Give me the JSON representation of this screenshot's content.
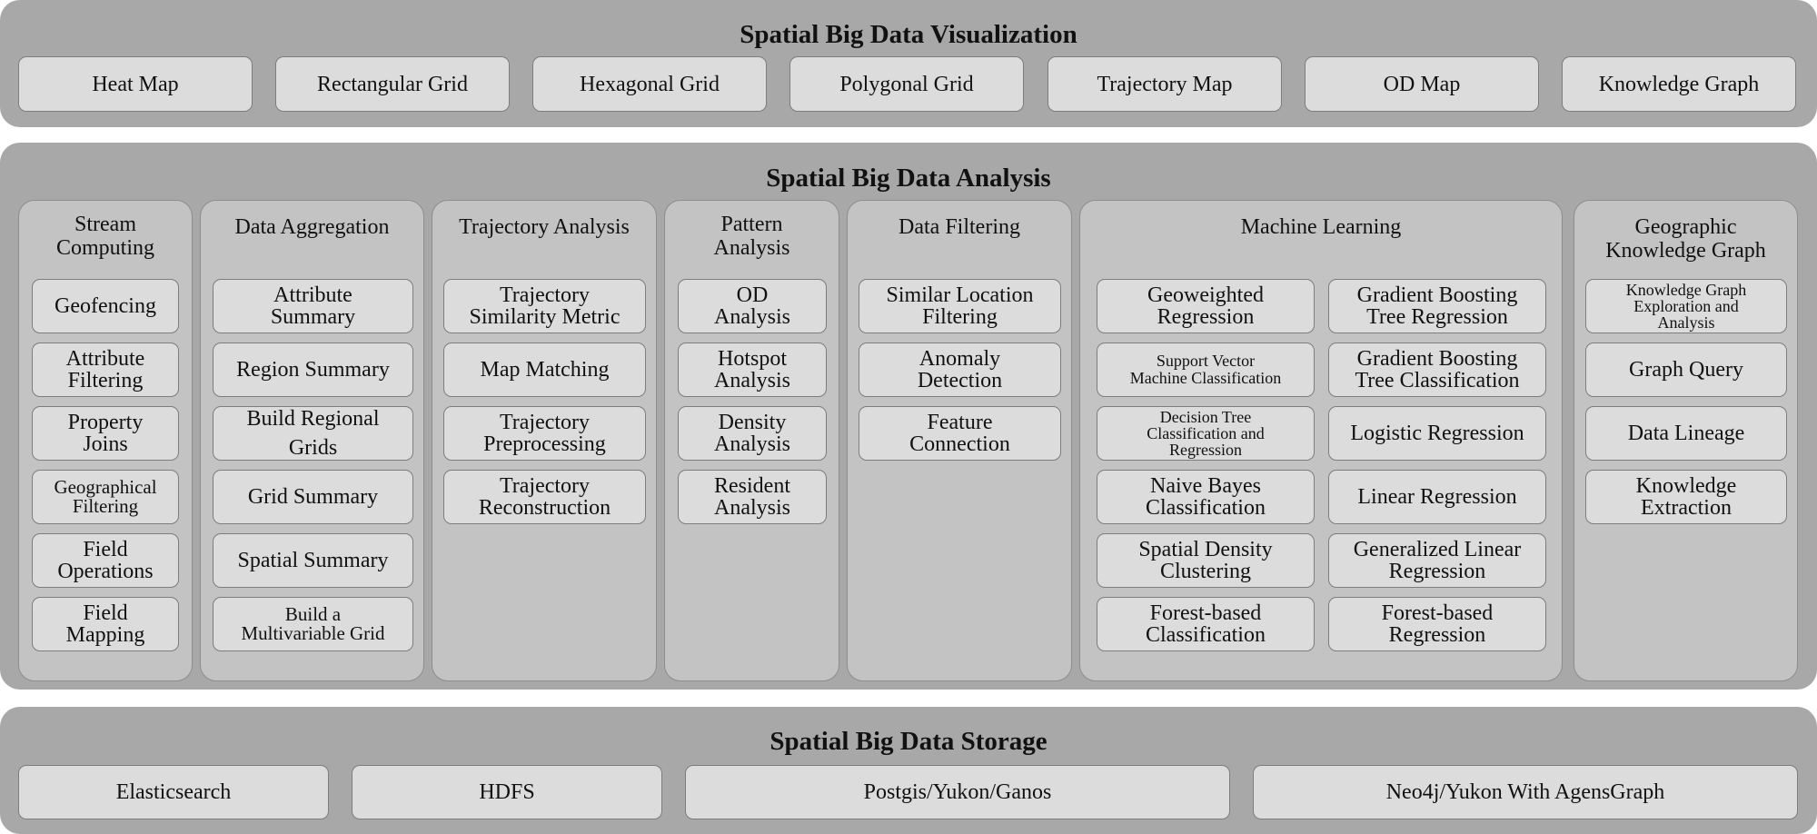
{
  "visualization": {
    "title": "Spatial Big Data Visualization",
    "items": [
      "Heat Map",
      "Rectangular Grid",
      "Hexagonal Grid",
      "Polygonal Grid",
      "Trajectory Map",
      "OD Map",
      "Knowledge Graph"
    ]
  },
  "analysis": {
    "title": "Spatial Big Data Analysis",
    "stream": {
      "title": "Stream\nComputing",
      "items": [
        "Geofencing",
        "Attribute\nFiltering",
        "Property\nJoins",
        "Geographical\nFiltering",
        "Field\nOperations",
        "Field\nMapping"
      ]
    },
    "aggregation": {
      "title": "Data Aggregation",
      "items": [
        "Attribute\nSummary",
        "Region Summary",
        "Build Regional\nGrids",
        "Grid Summary",
        "Spatial Summary",
        "Build a\nMultivariable Grid"
      ]
    },
    "trajectory": {
      "title": "Trajectory Analysis",
      "items": [
        "Trajectory\nSimilarity Metric",
        "Map Matching",
        "Trajectory\nPreprocessing",
        "Trajectory\nReconstruction"
      ]
    },
    "pattern": {
      "title": "Pattern\nAnalysis",
      "items": [
        "OD\nAnalysis",
        "Hotspot\nAnalysis",
        "Density\nAnalysis",
        "Resident\nAnalysis"
      ]
    },
    "filtering": {
      "title": "Data Filtering",
      "items": [
        "Similar Location\nFiltering",
        "Anomaly\nDetection",
        "Feature\nConnection"
      ]
    },
    "ml": {
      "title": "Machine Learning",
      "left": [
        "Geoweighted\nRegression",
        "Support Vector\nMachine Classification",
        "Decision Tree\nClassification and\nRegression",
        "Naive Bayes\nClassification",
        "Spatial Density\nClustering",
        "Forest-based\nClassification"
      ],
      "right": [
        "Gradient Boosting\nTree Regression",
        "Gradient Boosting\nTree Classification",
        "Logistic Regression",
        "Linear Regression",
        "Generalized Linear\nRegression",
        "Forest-based\nRegression"
      ]
    },
    "kg": {
      "title": "Geographic\nKnowledge Graph",
      "items": [
        "Knowledge Graph\nExploration and\nAnalysis",
        "Graph Query",
        "Data Lineage",
        "Knowledge\nExtraction"
      ]
    }
  },
  "storage": {
    "title": "Spatial Big Data Storage",
    "items": [
      "Elasticsearch",
      "HDFS",
      "Postgis/Yukon/Ganos",
      "Neo4j/Yukon With AgensGraph"
    ]
  }
}
